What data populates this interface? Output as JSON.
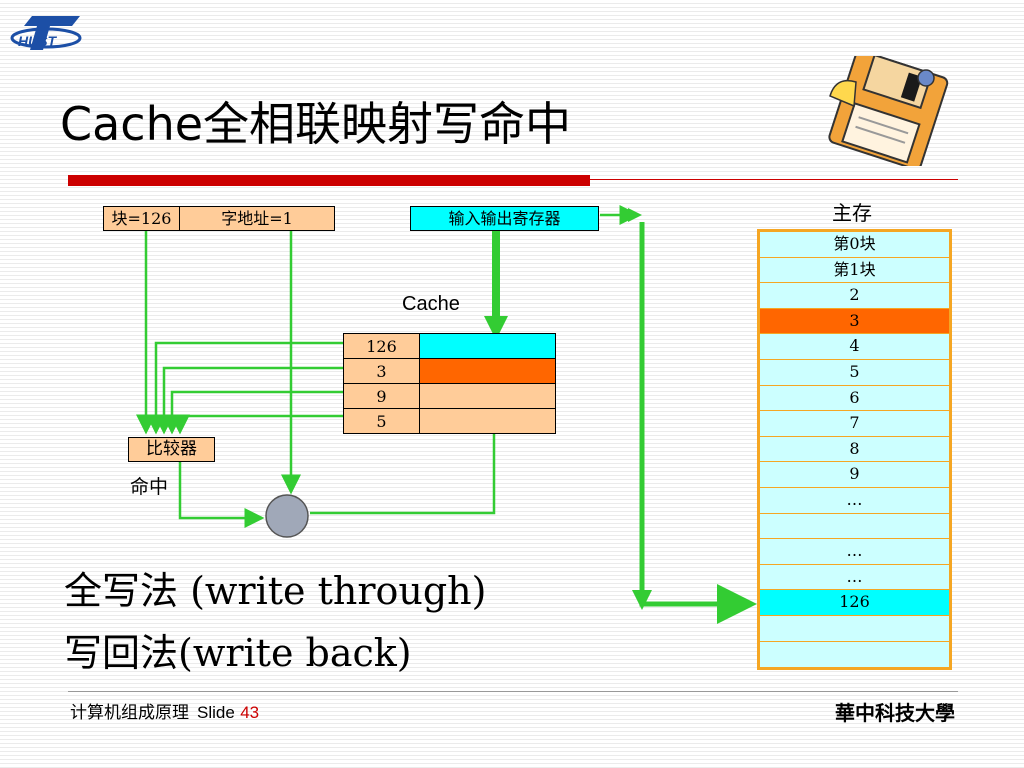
{
  "slide": {
    "title": "Cache全相联映射写命中",
    "address": {
      "block": "块=126",
      "word": "字地址=1"
    },
    "io_register": "输入输出寄存器",
    "cache_label": "Cache",
    "cache_tags": [
      "126",
      "3",
      "9",
      "5"
    ],
    "comparator": "比较器",
    "hit": "命中",
    "memory_label": "主存",
    "memory_blocks": [
      "第0块",
      "第1块",
      "2",
      "3",
      "4",
      "5",
      "6",
      "7",
      "8",
      "9",
      "…",
      "",
      "…",
      "…",
      "126",
      "",
      ""
    ],
    "methods": [
      "全写法 (write through)",
      "写回法(write back)"
    ],
    "footer": {
      "course": "计算机组成原理",
      "slide_word": "Slide",
      "slide_num": "43",
      "university": "華中科技大學"
    },
    "logo_text": "HUST"
  },
  "colors": {
    "title_bar": "#cc0000",
    "wire": "#33cc33",
    "cache_hit_line": "#00ffff",
    "written_line": "#ff6600",
    "memory_border": "#f5a623",
    "memory_fill": "#ccffff",
    "cell_fill": "#ffcc99"
  },
  "icons": [
    "hust-logo-icon",
    "floppy-disk-icon",
    "or-gate-icon"
  ]
}
